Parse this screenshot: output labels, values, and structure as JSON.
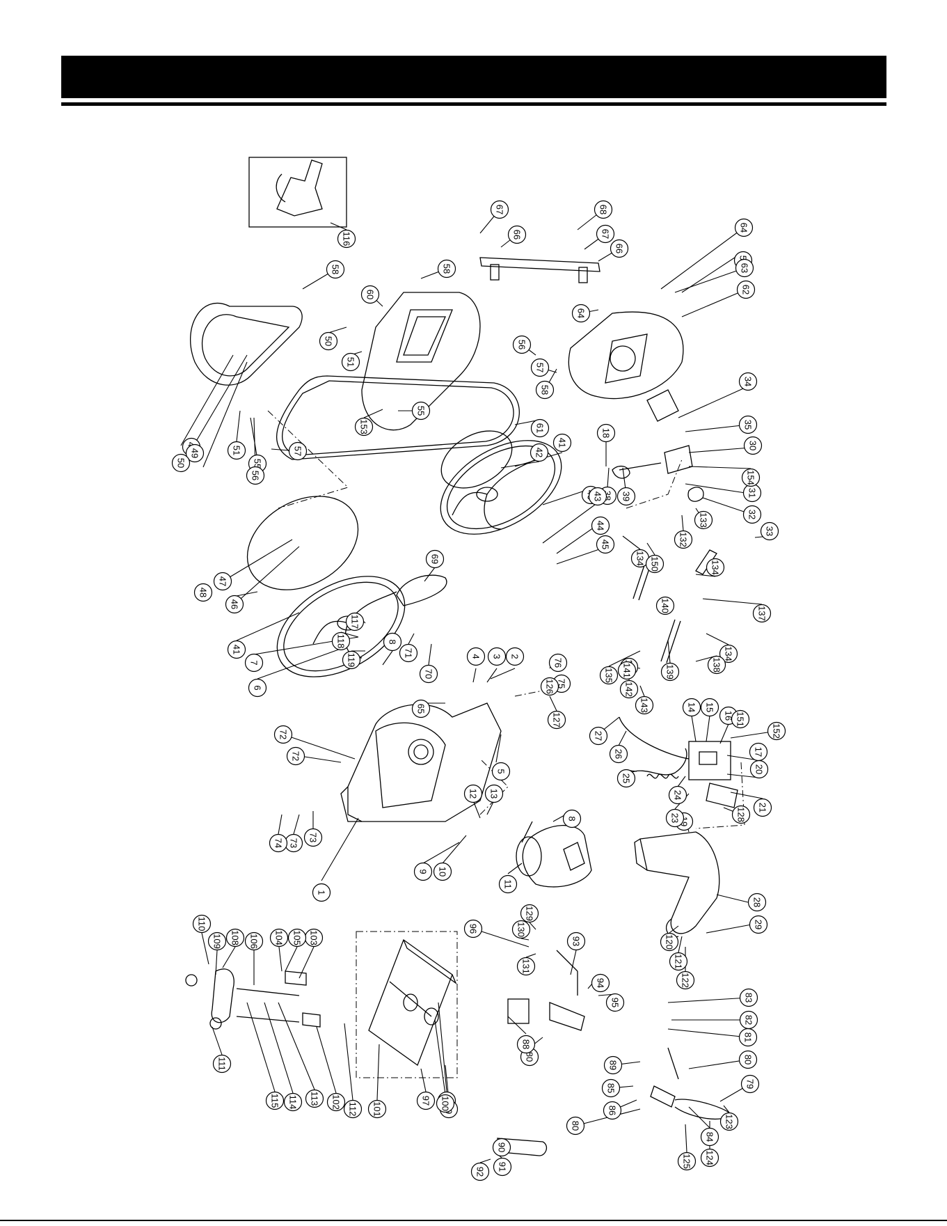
{
  "header": {
    "title": ""
  },
  "diagram": {
    "callouts": [
      "1",
      "2",
      "3",
      "4",
      "5",
      "6",
      "7",
      "8",
      "8",
      "9",
      "10",
      "11",
      "12",
      "13",
      "14",
      "15",
      "16",
      "17",
      "18",
      "19",
      "20",
      "21",
      "23",
      "24",
      "25",
      "26",
      "27",
      "28",
      "29",
      "30",
      "31",
      "32",
      "33",
      "34",
      "35",
      "38",
      "39",
      "40",
      "41",
      "41",
      "42",
      "43",
      "44",
      "45",
      "46",
      "47",
      "48",
      "49",
      "49",
      "50",
      "50",
      "51",
      "51",
      "55",
      "55",
      "56",
      "56",
      "57",
      "57",
      "58",
      "58",
      "58",
      "59",
      "60",
      "61",
      "62",
      "63",
      "64",
      "64",
      "65",
      "66",
      "66",
      "67",
      "67",
      "68",
      "69",
      "70",
      "71",
      "72",
      "72",
      "73",
      "73",
      "74",
      "75",
      "76",
      "79",
      "80",
      "80",
      "80",
      "81",
      "82",
      "83",
      "84",
      "85",
      "86",
      "88",
      "89",
      "90",
      "91",
      "92",
      "93",
      "94",
      "95",
      "96",
      "97",
      "98",
      "99",
      "100",
      "101",
      "102",
      "103",
      "104",
      "105",
      "106",
      "108",
      "109",
      "110",
      "111",
      "112",
      "113",
      "114",
      "115",
      "116",
      "117",
      "118",
      "119",
      "120",
      "121",
      "122",
      "123",
      "124",
      "125",
      "126",
      "127",
      "128",
      "129",
      "130",
      "131",
      "132",
      "133",
      "134",
      "134",
      "134",
      "135",
      "136",
      "137",
      "138",
      "139",
      "140",
      "141",
      "142",
      "143",
      "150",
      "151",
      "152",
      "153",
      "154",
      "155"
    ]
  }
}
